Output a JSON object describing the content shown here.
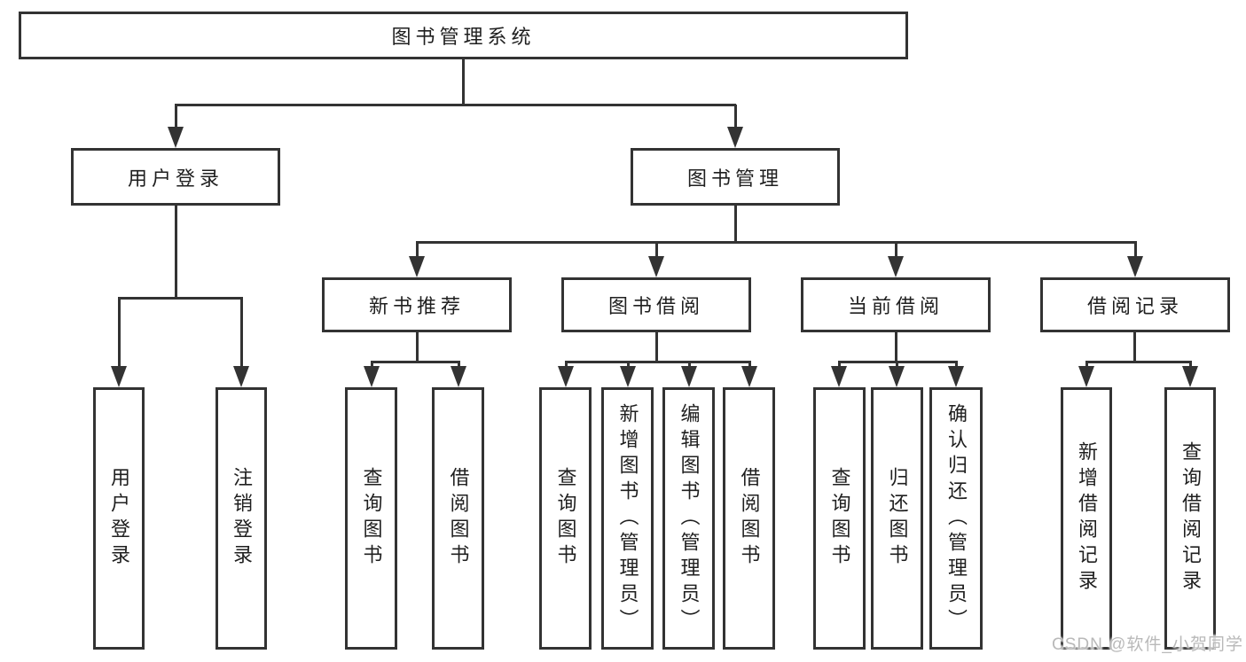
{
  "colors": {
    "line": "#333333",
    "text": "#1f1f1f",
    "watermark": "#b9b9b9",
    "background": "#ffffff"
  },
  "watermark": {
    "text": "CSDN @软件_小贺同学"
  },
  "tree": {
    "root": "图书管理系统",
    "branches": [
      {
        "label": "用户登录",
        "leaves": [
          "用户登录",
          "注销登录"
        ]
      },
      {
        "label": "图书管理",
        "groups": [
          {
            "label": "新书推荐",
            "leaves": [
              "查询图书",
              "借阅图书"
            ]
          },
          {
            "label": "图书借阅",
            "leaves": [
              "查询图书",
              "新增图书（管理员）",
              "编辑图书（管理员）",
              "借阅图书"
            ]
          },
          {
            "label": "当前借阅",
            "leaves": [
              "查询图书",
              "归还图书",
              "确认归还（管理员）"
            ]
          },
          {
            "label": "借阅记录",
            "leaves": [
              "新增借阅记录",
              "查询借阅记录"
            ]
          }
        ]
      }
    ]
  }
}
